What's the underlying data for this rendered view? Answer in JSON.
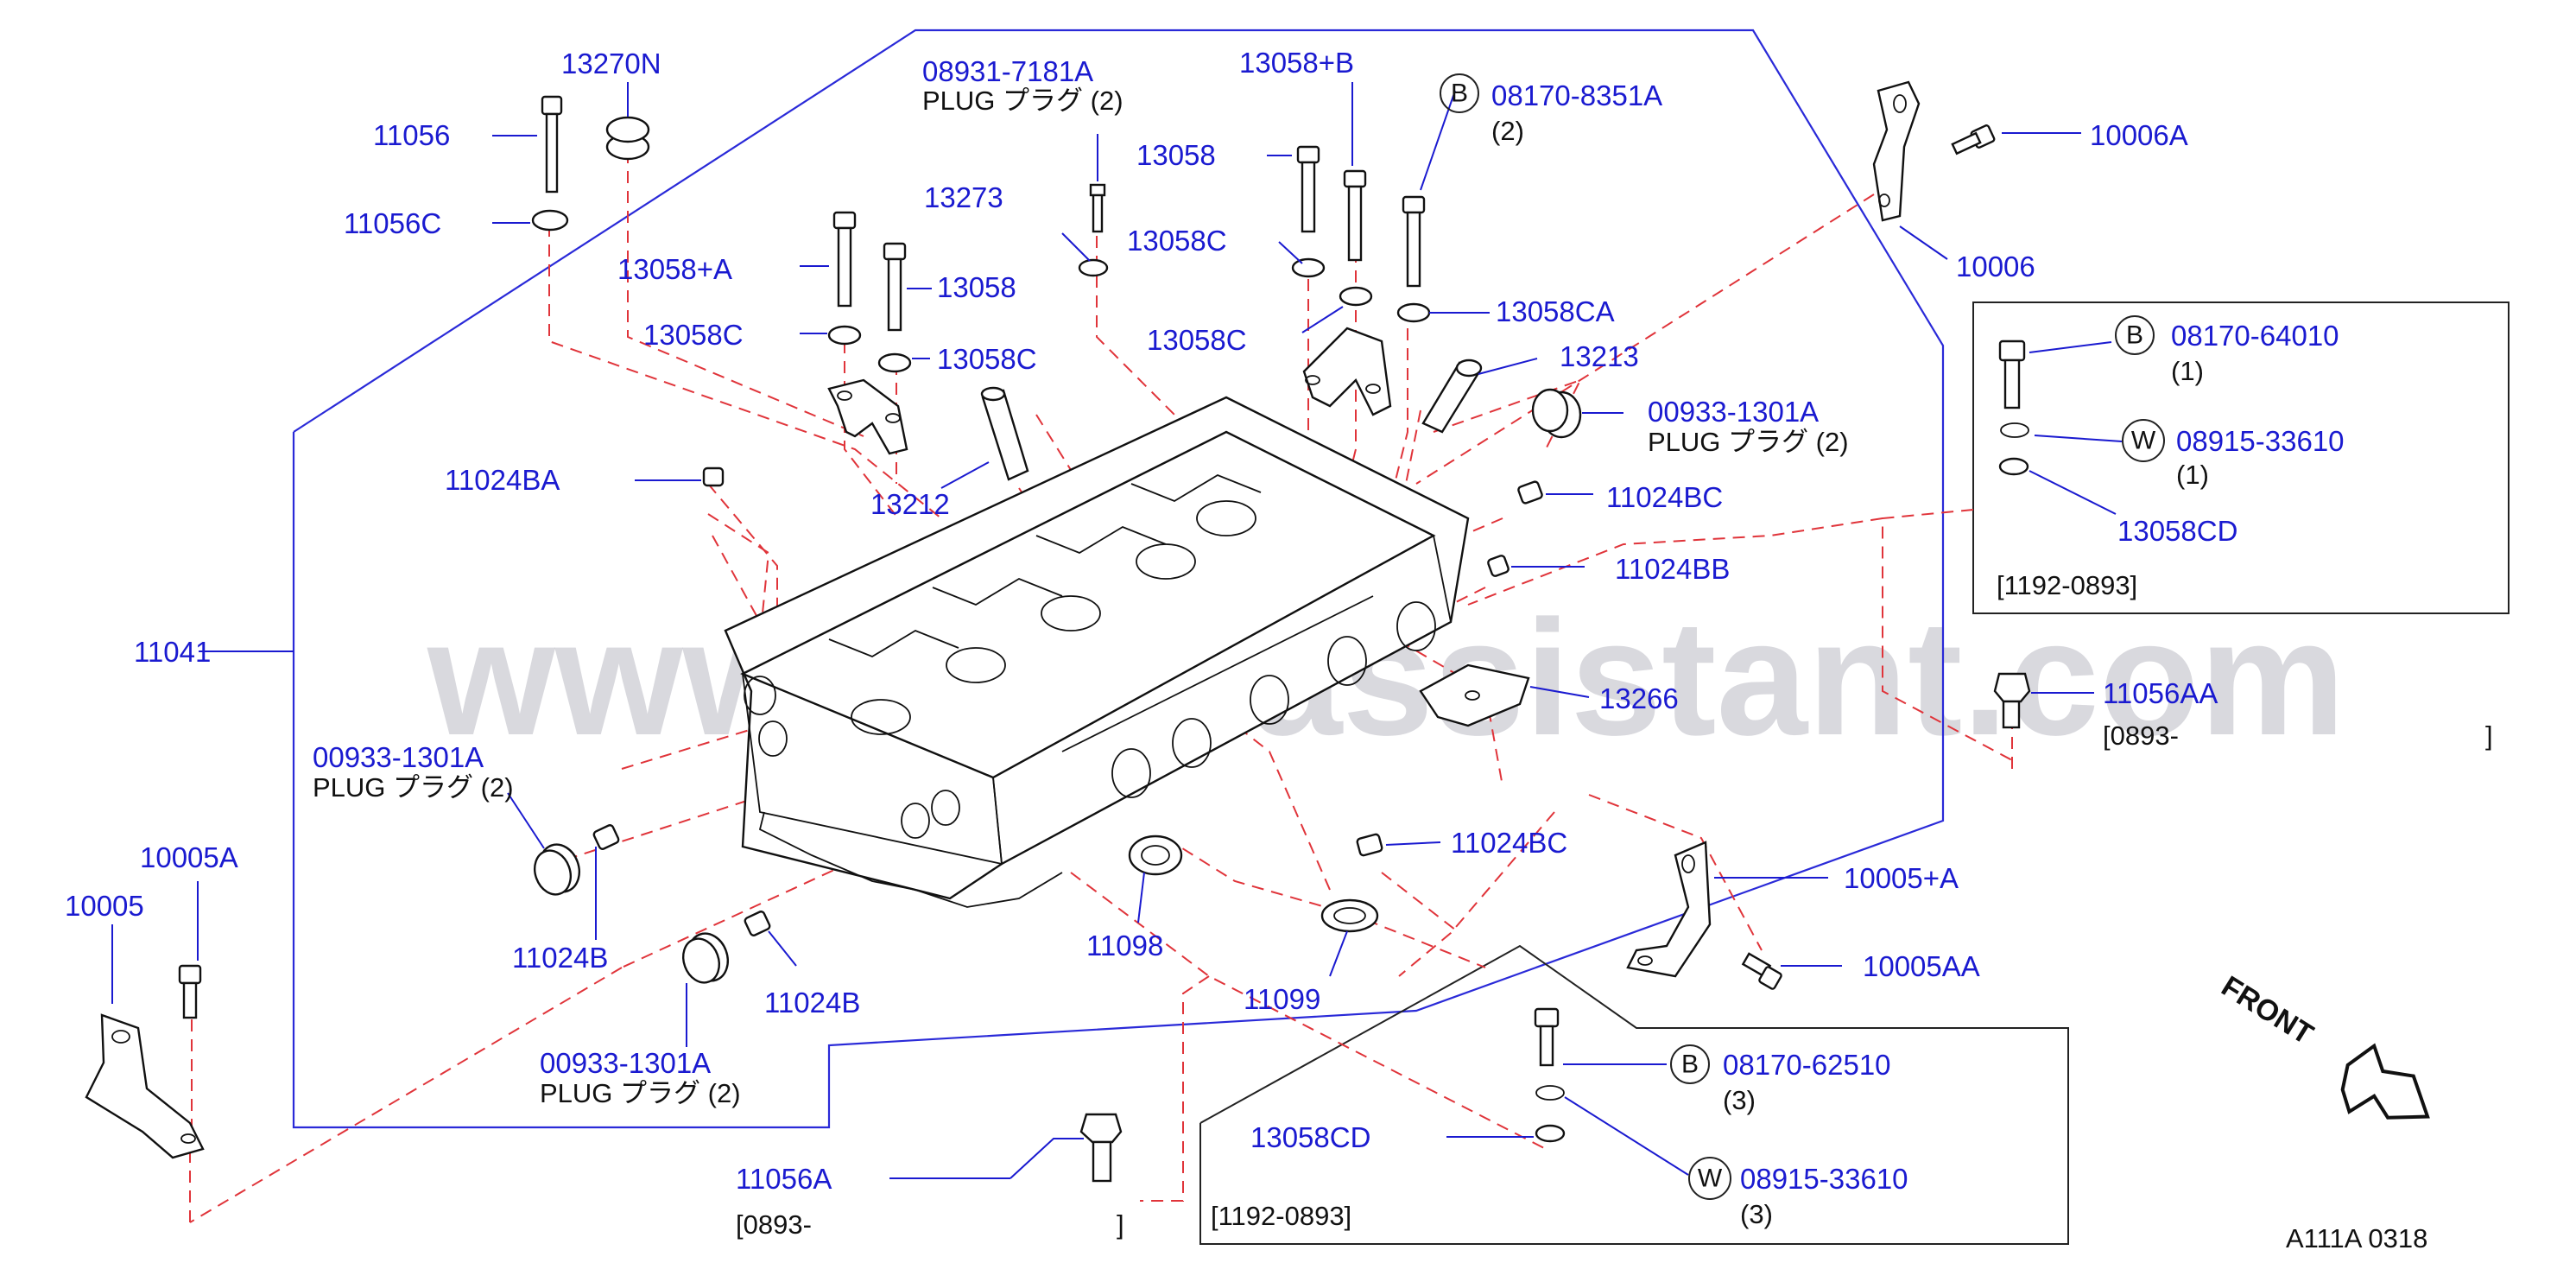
{
  "watermark": "www.partsassistant.com",
  "footer_code": "A111A  0318",
  "front_label": "FRONT",
  "labels": {
    "p13270N": "13270N",
    "p11056": "11056",
    "p11056C": "11056C",
    "p08931": "08931-7181A",
    "p08931_note": "PLUG  プラグ (2)",
    "p13058B": "13058+B",
    "p08170_8351A": "08170-8351A",
    "p08170_8351A_q": "(2)",
    "p13058_top": "13058",
    "p13273": "13273",
    "p13058C_a": "13058C",
    "p13058A": "13058+A",
    "p13058_mid": "13058",
    "p13058C_b": "13058C",
    "p13058C_c": "13058C",
    "p13058C_d": "13058C",
    "p13058CA": "13058CA",
    "p13213": "13213",
    "p00933_right": "00933-1301A",
    "p00933_right_note": "PLUG  プラグ (2)",
    "p11024BA": "11024BA",
    "p13212": "13212",
    "p11024BC_a": "11024BC",
    "p11024BB": "11024BB",
    "p11041": "11041",
    "p13266": "13266",
    "p00933_left": "00933-1301A",
    "p00933_left_note": "PLUG  プラグ (2)",
    "p11024BC_b": "11024BC",
    "p10005A": "10005A",
    "p10005": "10005",
    "p11024B_a": "11024B",
    "p11098": "11098",
    "p11099": "11099",
    "p11024B_b": "11024B",
    "p00933_bottom": "00933-1301A",
    "p00933_bottom_note": "PLUG  プラグ (2)",
    "p10005pA": "10005+A",
    "p10005AA": "10005AA",
    "p11056A": "11056A",
    "p11056A_range": "[0893-",
    "p11056A_range_end": "]",
    "p10006A": "10006A",
    "p10006": "10006",
    "p11056AA": "11056AA",
    "p11056AA_range": "[0893-",
    "p11056AA_range_end": "]"
  },
  "inset_top": {
    "bolt_prefix": "B",
    "bolt_part": "08170-64010",
    "bolt_qty": "(1)",
    "washer_prefix": "W",
    "washer_part": "08915-33610",
    "washer_qty": "(1)",
    "seal_part": "13058CD",
    "date_range": "[1192-0893]"
  },
  "inset_bottom": {
    "bolt_prefix": "B",
    "bolt_part": "08170-62510",
    "bolt_qty": "(3)",
    "washer_prefix": "W",
    "washer_part": "08915-33610",
    "washer_qty": "(3)",
    "seal_part": "13058CD",
    "date_range": "[1192-0893]"
  },
  "colors": {
    "part_number": "#1a1ad0",
    "leader": "#1a1ad0",
    "dash_line": "#e0343a",
    "outline": "#111111",
    "watermark": "#b9b9c2"
  }
}
